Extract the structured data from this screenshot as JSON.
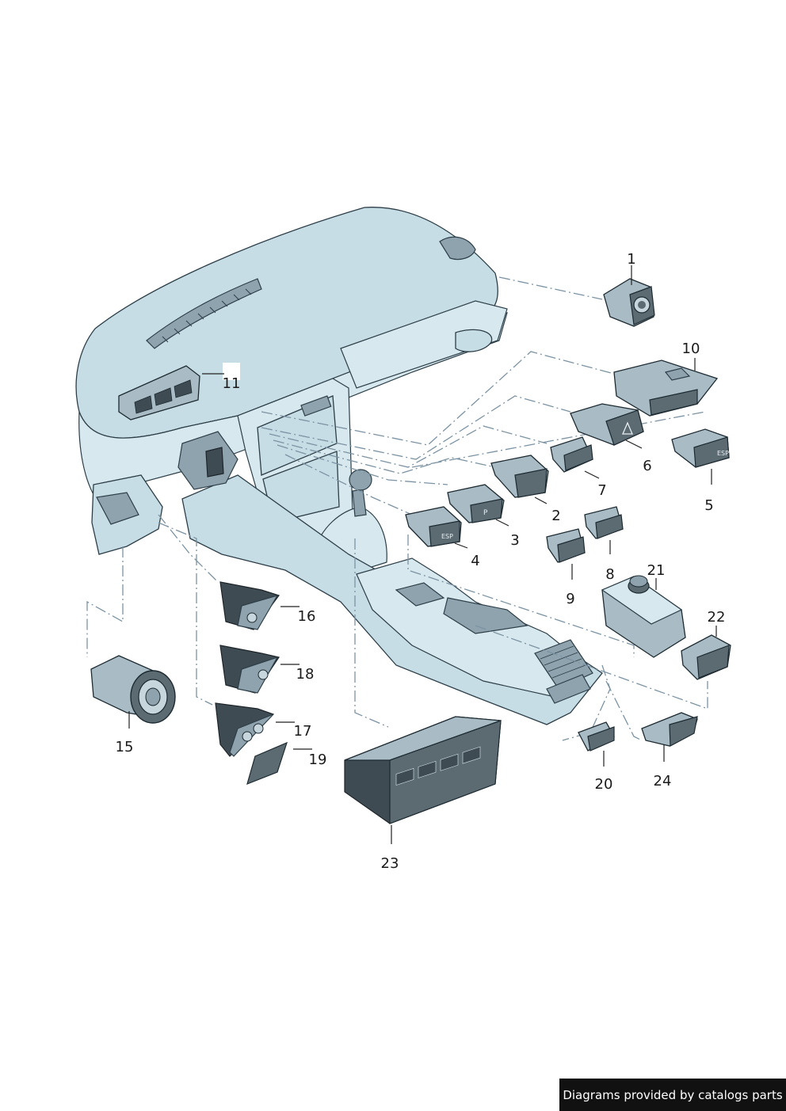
{
  "callouts": [
    {
      "id": "1",
      "label": "1"
    },
    {
      "id": "2",
      "label": "2"
    },
    {
      "id": "3",
      "label": "3"
    },
    {
      "id": "4",
      "label": "4"
    },
    {
      "id": "5",
      "label": "5"
    },
    {
      "id": "6",
      "label": "6"
    },
    {
      "id": "7",
      "label": "7"
    },
    {
      "id": "8",
      "label": "8"
    },
    {
      "id": "9",
      "label": "9"
    },
    {
      "id": "10",
      "label": "10"
    },
    {
      "id": "11",
      "label": "11"
    },
    {
      "id": "15",
      "label": "15"
    },
    {
      "id": "16",
      "label": "16"
    },
    {
      "id": "17",
      "label": "17"
    },
    {
      "id": "18",
      "label": "18"
    },
    {
      "id": "19",
      "label": "19"
    },
    {
      "id": "20",
      "label": "20"
    },
    {
      "id": "21",
      "label": "21"
    },
    {
      "id": "22",
      "label": "22"
    },
    {
      "id": "23",
      "label": "23"
    },
    {
      "id": "24",
      "label": "24"
    }
  ],
  "switch_markings": {
    "esp_label": "ESP",
    "parking_label": "P"
  },
  "footer": {
    "credit": "Diagrams provided by catalogs parts"
  },
  "colors": {
    "dashboard_fill": "#c7dde5",
    "outline": "#2d3e48",
    "leader_dash": "#7c93a3",
    "credit_bg": "#111111"
  }
}
